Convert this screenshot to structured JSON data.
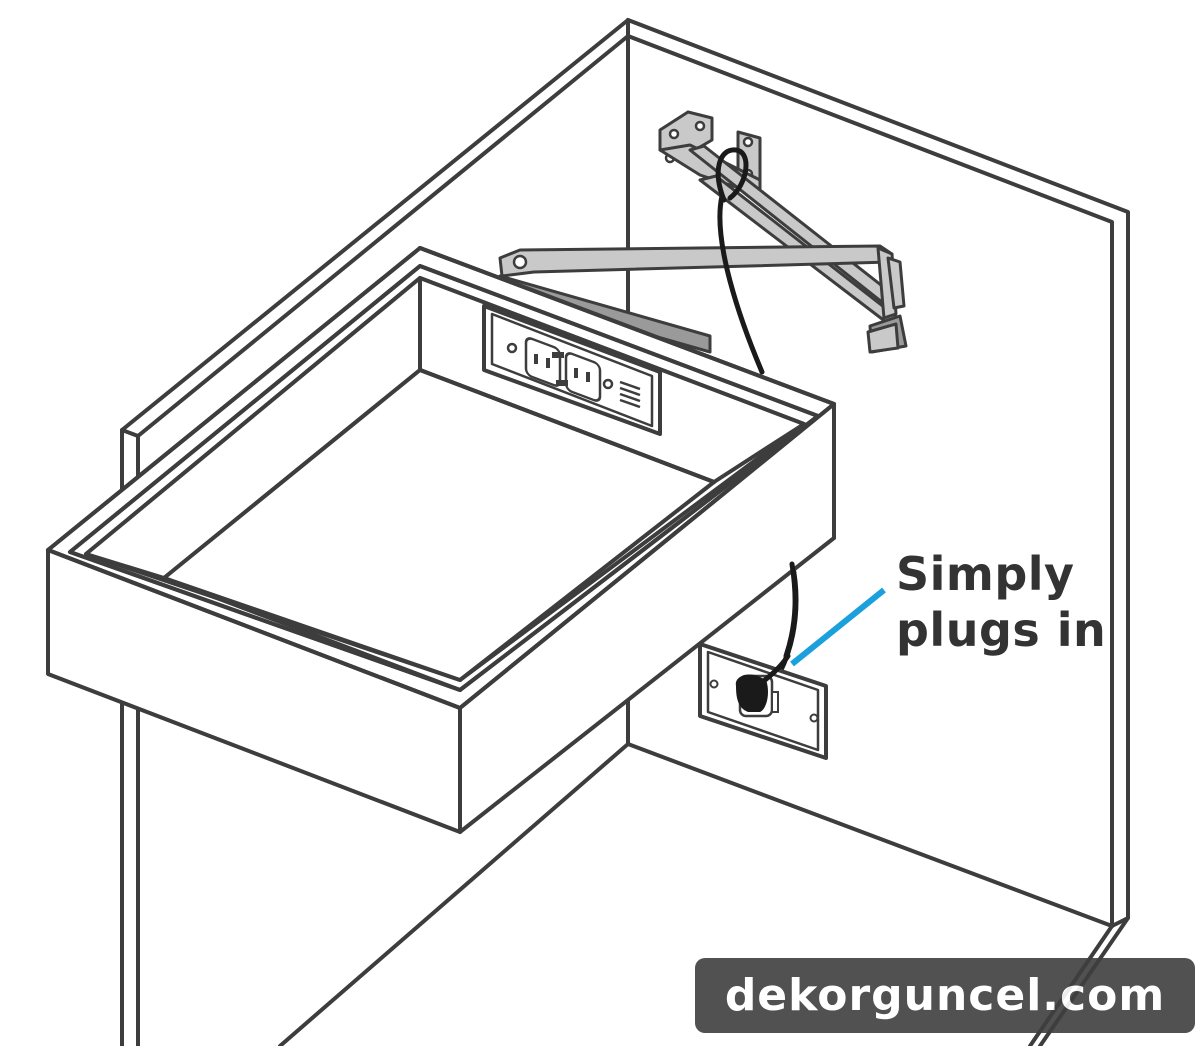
{
  "callout": {
    "line1": "Simply",
    "line2": "plugs in",
    "leader_color": "#1aa0dc"
  },
  "watermark": {
    "text": "dekorguncel.com"
  },
  "colors": {
    "line": "#3d3d3d",
    "cord": "#1a1a1a",
    "metal": "#c9c9c9",
    "background": "#ffffff"
  }
}
